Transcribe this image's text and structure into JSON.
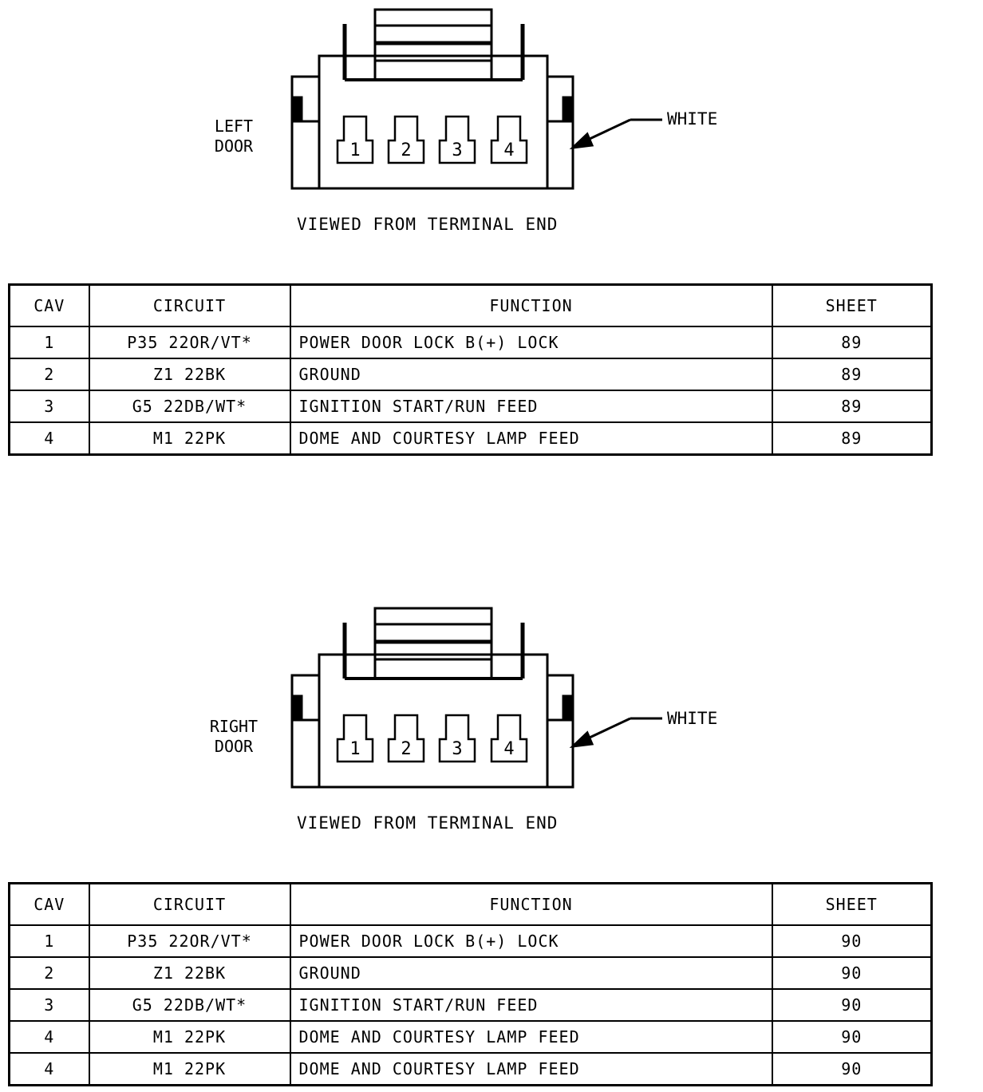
{
  "connectors": [
    {
      "door_label": "LEFT\nDOOR",
      "cavities": [
        "1",
        "2",
        "3",
        "4"
      ],
      "color_callout": "WHITE",
      "caption": "VIEWED FROM TERMINAL END"
    },
    {
      "door_label": "RIGHT\nDOOR",
      "cavities": [
        "1",
        "2",
        "3",
        "4"
      ],
      "color_callout": "WHITE",
      "caption": "VIEWED FROM TERMINAL END"
    }
  ],
  "tables": [
    {
      "headers": [
        "CAV",
        "CIRCUIT",
        "FUNCTION",
        "SHEET"
      ],
      "rows": [
        {
          "cav": "1",
          "circuit": "P35 22OR/VT*",
          "function": "POWER DOOR LOCK B(+) LOCK",
          "sheet": "89"
        },
        {
          "cav": "2",
          "circuit": "Z1 22BK",
          "function": "GROUND",
          "sheet": "89"
        },
        {
          "cav": "3",
          "circuit": "G5 22DB/WT*",
          "function": "IGNITION START/RUN FEED",
          "sheet": "89"
        },
        {
          "cav": "4",
          "circuit": "M1 22PK",
          "function": "DOME AND COURTESY LAMP FEED",
          "sheet": "89"
        }
      ]
    },
    {
      "headers": [
        "CAV",
        "CIRCUIT",
        "FUNCTION",
        "SHEET"
      ],
      "rows": [
        {
          "cav": "1",
          "circuit": "P35 22OR/VT*",
          "function": "POWER DOOR LOCK B(+) LOCK",
          "sheet": "90"
        },
        {
          "cav": "2",
          "circuit": "Z1 22BK",
          "function": "GROUND",
          "sheet": "90"
        },
        {
          "cav": "3",
          "circuit": "G5 22DB/WT*",
          "function": "IGNITION START/RUN FEED",
          "sheet": "90"
        },
        {
          "cav": "4",
          "circuit": "M1 22PK",
          "function": "DOME AND COURTESY LAMP FEED",
          "sheet": "90"
        },
        {
          "cav": "4",
          "circuit": "M1 22PK",
          "function": "DOME AND COURTESY LAMP FEED",
          "sheet": "90"
        }
      ]
    }
  ]
}
